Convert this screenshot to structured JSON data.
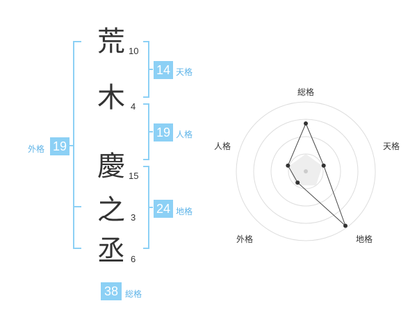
{
  "name": {
    "chars": [
      {
        "char": "荒",
        "strokes": "10"
      },
      {
        "char": "木",
        "strokes": "4"
      },
      {
        "char": "慶",
        "strokes": "15"
      },
      {
        "char": "之",
        "strokes": "3"
      },
      {
        "char": "丞",
        "strokes": "6"
      }
    ]
  },
  "fortune": {
    "tenkaku": {
      "value": "14",
      "label": "天格"
    },
    "jinkaku": {
      "value": "19",
      "label": "人格"
    },
    "chikaku": {
      "value": "24",
      "label": "地格"
    },
    "gaikaku": {
      "value": "19",
      "label": "外格"
    },
    "soukaku": {
      "value": "38",
      "label": "総格"
    }
  },
  "colors": {
    "accent": "#8cd0f5",
    "label": "#5fb4e8",
    "bracket": "#8cd0f5"
  },
  "chart_data": {
    "type": "radar",
    "axes": [
      "総格",
      "天格",
      "地格",
      "外格",
      "人格"
    ],
    "values": [
      0.69,
      0.27,
      0.97,
      0.2,
      0.27
    ],
    "range": [
      0,
      1
    ],
    "rings": 4
  }
}
